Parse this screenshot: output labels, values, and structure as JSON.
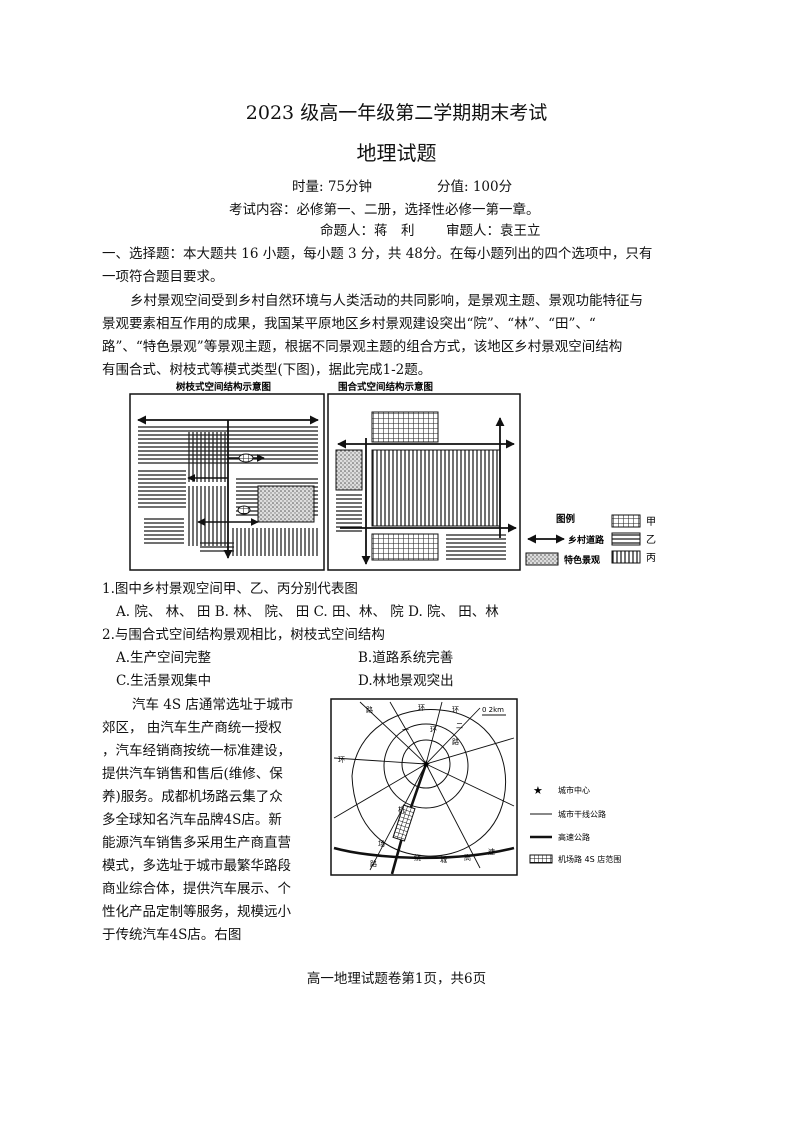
{
  "header": {
    "title": "2023 级高一年级第二学期期末考试",
    "subtitle": "地理试题",
    "time": "时量: 75分钟",
    "score": "分值: 100分",
    "content": "考试内容：必修第一、二册，选择性必修一第一章。",
    "author": "命题人：蒋　利",
    "reviewer": "审题人：袁王立"
  },
  "section1": {
    "instructions_l1": "一、选择题：本大题共 16 小题，每小题 3 分，共 48分。在每小题列出的四个选项中，只有",
    "instructions_l2": "一项符合题目要求。",
    "passage_l1": "乡村景观空间受到乡村自然环境与人类活动的共同影响，是景观主题、景观功能特征与",
    "passage_l2": "景观要素相互作用的成果，我国某平原地区乡村景观建设突出“院”、“林”、“田”、“",
    "passage_l3": "路”、“特色景观”等景观主题，根据不同景观主题的组合方式，该地区乡村景观空间结构",
    "passage_l4": "有围合式、树枝式等模式类型(下图)，据此完成1-2题。"
  },
  "figure1": {
    "left_title": "树枝式空间结构示意图",
    "right_title": "围合式空间结构示意图",
    "legend_title": "图例",
    "legend_jia": "甲",
    "legend_yi": "乙",
    "legend_bing": "丙",
    "legend_road": "乡村道路",
    "legend_feature": "特色景观"
  },
  "q1": {
    "stem": "1.图中乡村景观空间甲、乙、丙分别代表图",
    "options": "A. 院、 林、 田 B. 林、 院、 田  C. 田、林、 院   D. 院、 田、林"
  },
  "q2": {
    "stem": "2.与围合式空间结构景观相比，树枝式空间结构",
    "opt_a": "A.生产空间完整",
    "opt_b": "B.道路系统完善",
    "opt_c": "C.生活景观集中",
    "opt_d": "D.林地景观突出"
  },
  "passage2": [
    "汽车 4S 店通常选址于城市",
    "郊区， 由汽车生产商统一授权",
    "，汽车经销商按统一标准建设，",
    "提供汽车销售和售后(维修、保",
    "养)服务。成都机场路云集了众",
    "多全球知名汽车品牌4S店。新",
    "能源汽车销售多采用生产商直营",
    "模式，多选址于城市最繁华路段",
    "商业综合体，提供汽车展示、个",
    "性化产品定制等服务，规模远小",
    "于传统汽车4S店。右图"
  ],
  "map": {
    "scale": "0  2km",
    "road_chars_top": [
      "路",
      "环",
      "环"
    ],
    "road_chars_inner": [
      "一",
      "环",
      "路",
      "二"
    ],
    "road_chars_left": "环",
    "road_chars_bottom": [
      "场",
      "路",
      "绕",
      "城",
      "高",
      "速"
    ],
    "road_chars_airport": [
      "机"
    ],
    "legend_center": "城市中心",
    "legend_road": "城市干线公路",
    "legend_highway": "高速公路",
    "legend_area": "机场路 4S 店范围"
  },
  "footer": "高一地理试题卷第1页，共6页"
}
